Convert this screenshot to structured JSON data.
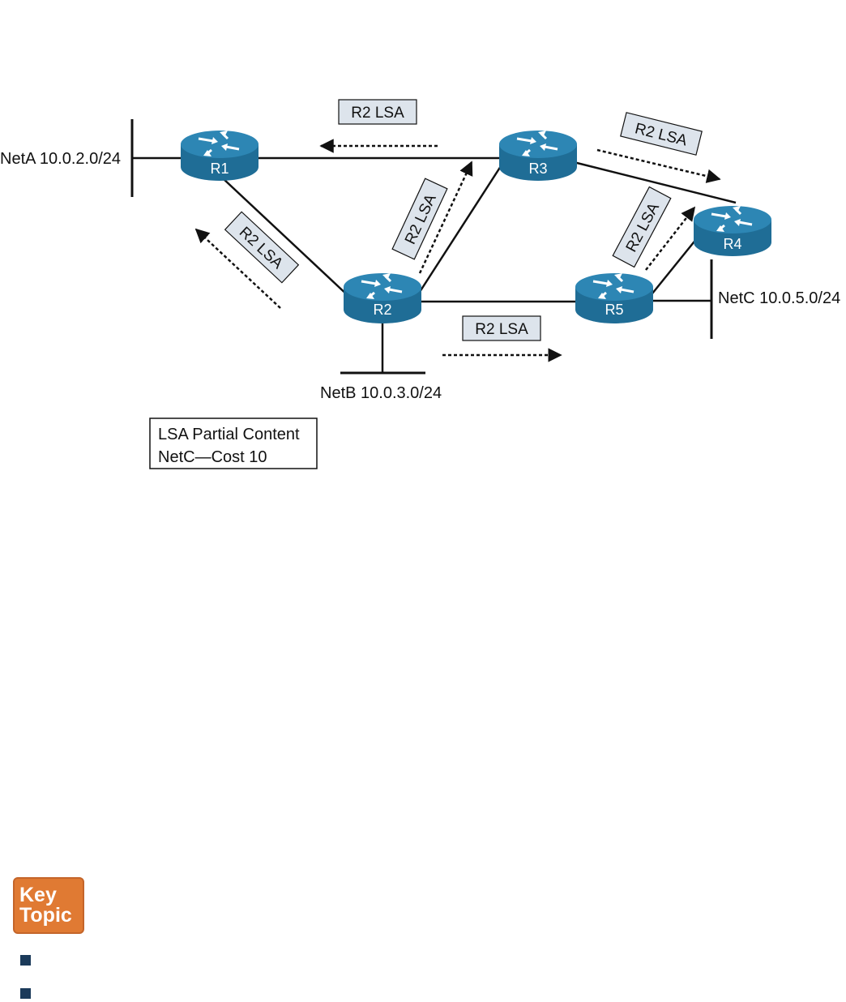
{
  "networks": {
    "neta": "NetA 10.0.2.0/24",
    "netb": "NetB 10.0.3.0/24",
    "netc": "NetC 10.0.5.0/24"
  },
  "routers": {
    "r1": "R1",
    "r2": "R2",
    "r3": "R3",
    "r4": "R4",
    "r5": "R5"
  },
  "lsa_tags": {
    "r3_to_r1": "R2 LSA",
    "r2_to_r1": "R2 LSA",
    "r2_to_r3": "R2 LSA",
    "r3_to_r4": "R2 LSA",
    "r5_to_r4": "R2 LSA",
    "r2_to_r5": "R2 LSA"
  },
  "lsa_box": {
    "line1": "LSA Partial Content",
    "line2": "NetC—Cost 10"
  },
  "key_topic": {
    "line1": "Key",
    "line2": "Topic"
  },
  "colors": {
    "router": "#1f6d96",
    "router_top": "#2d86b4",
    "tag_fill": "#dde4ec",
    "key_topic": "#e07a33",
    "bullet": "#1b3a5a"
  }
}
